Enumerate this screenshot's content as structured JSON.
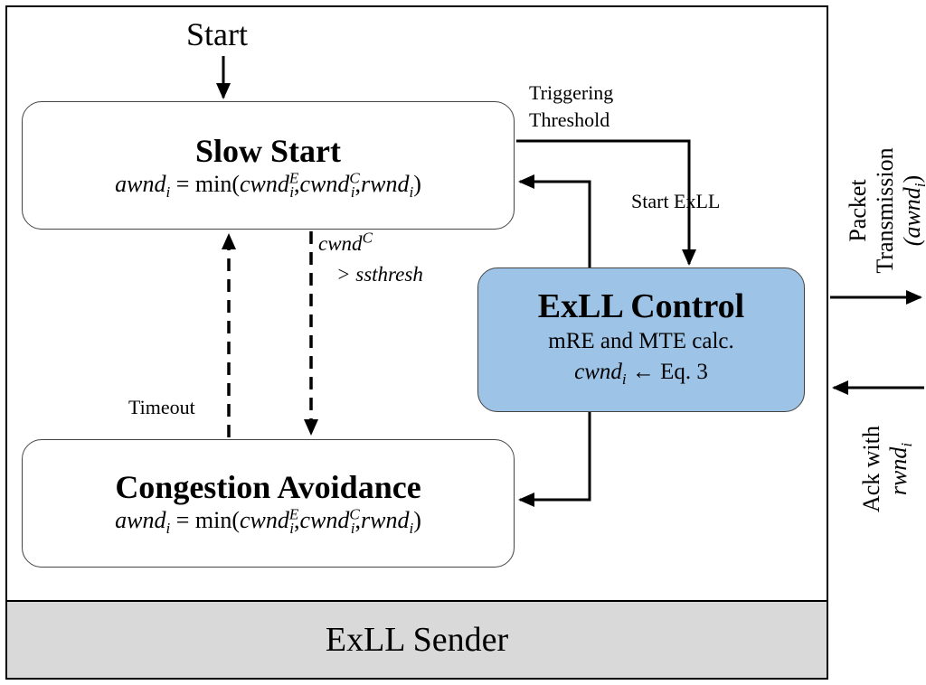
{
  "start": {
    "label": "Start"
  },
  "states": {
    "slow_start": {
      "title": "Slow Start",
      "formula": {
        "lhs": "awnd",
        "lhs_sub": "i",
        "eq": " = min(",
        "t1": "cwnd",
        "t1_sub": "i",
        "t1_sup": "E",
        "t2": "cwnd",
        "t2_sub": "i",
        "t2_sup": "C",
        "t3": "rwnd",
        "t3_sub": "i",
        "close": ")"
      }
    },
    "congestion_avoidance": {
      "title": "Congestion Avoidance",
      "formula": {
        "lhs": "awnd",
        "lhs_sub": "i",
        "eq": " = min(",
        "t1": "cwnd",
        "t1_sub": "i",
        "t1_sup": "E",
        "t2": "cwnd",
        "t2_sub": "i",
        "t2_sup": "C",
        "t3": "rwnd",
        "t3_sub": "i",
        "close": ")"
      }
    }
  },
  "control": {
    "title": "ExLL Control",
    "line1": "mRE and MTE calc.",
    "line2_var": "cwnd",
    "line2_sub": "i",
    "line2_rest": " ← Eq. 3"
  },
  "labels": {
    "triggering_line1": "Triggering",
    "triggering_line2": "Threshold",
    "start_exll": "Start ExLL",
    "cwnd_var": "cwnd",
    "cwnd_sup": "C",
    "ssthresh": "> ssthresh",
    "timeout": "Timeout"
  },
  "outputs": {
    "packet_line1": "Packet",
    "packet_line2": "Transmission",
    "packet_var": "(awnd",
    "packet_sub": "i",
    "packet_close": ")",
    "ack_line1": "Ack with",
    "ack_var": "rwnd",
    "ack_sub": "i"
  },
  "sender": {
    "label": "ExLL Sender"
  },
  "colors": {
    "control_fill": "#9dc3e6",
    "sender_fill": "#d9d9d9"
  }
}
